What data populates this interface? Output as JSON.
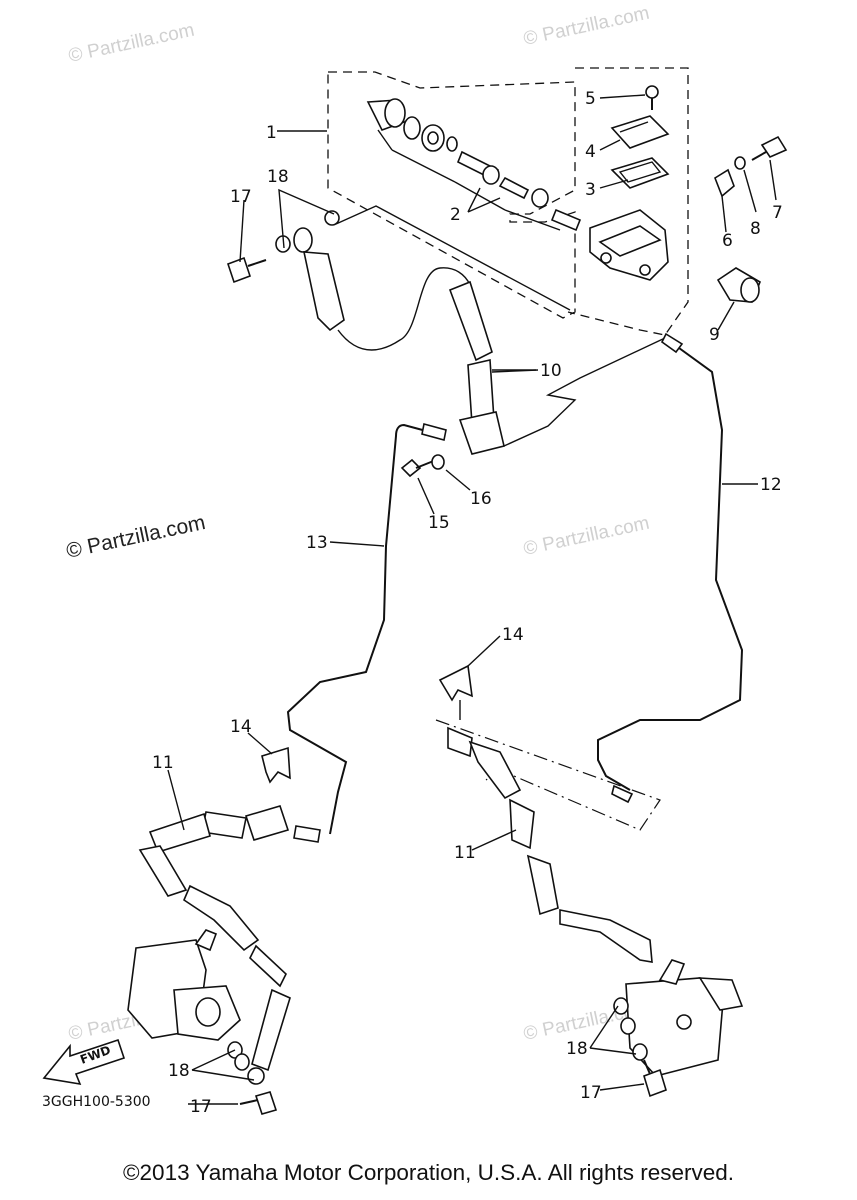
{
  "watermark": "© Partzilla.com",
  "callouts": {
    "c1": "1",
    "c2": "2",
    "c3": "3",
    "c4": "4",
    "c5": "5",
    "c6": "6",
    "c7": "7",
    "c8": "8",
    "c9": "9",
    "c10": "10",
    "c11a": "11",
    "c11b": "11",
    "c12": "12",
    "c13": "13",
    "c14a": "14",
    "c14b": "14",
    "c15": "15",
    "c16": "16",
    "c17a": "17",
    "c17b": "17",
    "c17c": "17",
    "c18a": "18",
    "c18b": "18",
    "c18c": "18"
  },
  "fwd_label": "FWD",
  "part_code": "3GGH100-5300",
  "copyright": "©2013  Yamaha Motor Corporation, U.S.A. All rights reserved."
}
